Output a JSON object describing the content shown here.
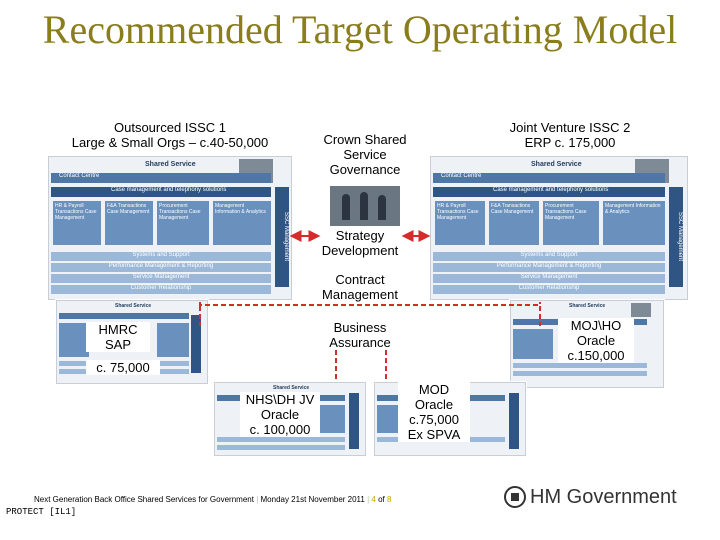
{
  "title": "Recommended Target Operating Model",
  "left_header": {
    "line1": "Outsourced  ISSC 1",
    "line2": "Large & Small Orgs – c.40-50,000"
  },
  "center_header": {
    "line1": "Crown Shared",
    "line2": "Service",
    "line3": "Governance"
  },
  "right_header": {
    "line1": "Joint Venture ISSC 2",
    "line2": "ERP c. 175,000"
  },
  "governance_items": {
    "strategy": {
      "line1": "Strategy",
      "line2": "Development"
    },
    "contract": {
      "line1": "Contract",
      "line2": "Management"
    },
    "assurance": {
      "line1": "Business",
      "line2": "Assurance"
    }
  },
  "shared_service": {
    "title": "Shared Service",
    "contact_centre": "Contact Centre",
    "case_management": "Case management and telephony solutions",
    "towers": [
      "HR & Payroll Transactions Case Management",
      "F&A Transactions Case Management",
      "Procurement Transactions Case Management",
      "Management Information & Analytics"
    ],
    "side_label": "SSC Management",
    "strips": [
      "Systems and Support",
      "Performance Management & Reporting",
      "Service Management",
      "Customer Relationship"
    ]
  },
  "hmrc": {
    "line1": "HMRC",
    "line2": "SAP",
    "line3": "c. 75,000"
  },
  "moj": {
    "line1": "MOJ\\HO",
    "line2": "Oracle",
    "line3": "c.150,000"
  },
  "nhs": {
    "line1": "NHS\\DH JV",
    "line2": "Oracle",
    "line3": "c. 100,000"
  },
  "mod": {
    "line1": "MOD",
    "line2": "Oracle",
    "line3": "c.75,000",
    "line4": "Ex SPVA"
  },
  "footer": {
    "text": "Next Generation Back Office Shared Services for Government",
    "sep1": "|",
    "date": "Monday 21st November 2011",
    "sep2": "|",
    "page": "4",
    "of": "of",
    "total": "8",
    "protect": "PROTECT [IL1]"
  },
  "logo": {
    "text": "HM Government"
  },
  "colors": {
    "title": "#8a7d1c",
    "arrow": "#d62b2b",
    "panel_blue": "#4f77a6"
  }
}
